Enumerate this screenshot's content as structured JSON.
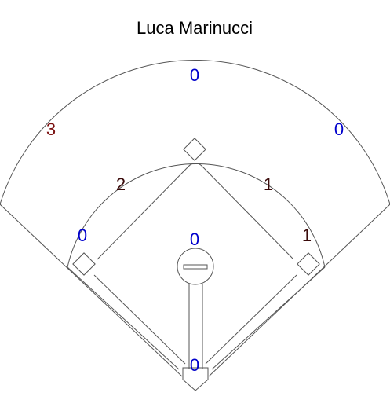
{
  "player_name": "Luca Marinucci",
  "colors": {
    "low": "#0000cc",
    "mid": "#3a0a0a",
    "high": "#7a1010",
    "lines": "#555555"
  },
  "zones": {
    "outfield_center": {
      "value": "0",
      "color": "#0000cc"
    },
    "outfield_left": {
      "value": "3",
      "color": "#7a1010"
    },
    "outfield_right": {
      "value": "0",
      "color": "#0000cc"
    },
    "infield_left": {
      "value": "2",
      "color": "#3a0a0a"
    },
    "infield_right": {
      "value": "1",
      "color": "#3a0a0a"
    },
    "third_base_line": {
      "value": "0",
      "color": "#0000cc"
    },
    "first_base_line": {
      "value": "1",
      "color": "#3a0a0a"
    },
    "up_the_middle": {
      "value": "0",
      "color": "#0000cc"
    },
    "home": {
      "value": "0",
      "color": "#0000cc"
    }
  }
}
